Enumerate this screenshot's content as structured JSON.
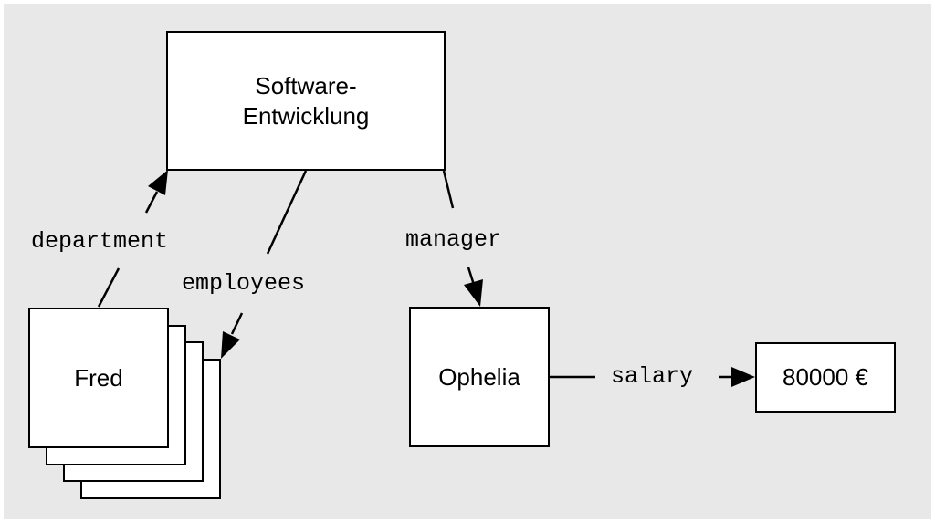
{
  "nodes": {
    "department_box": {
      "line1": "Software-",
      "line2": "Entwicklung"
    },
    "fred": {
      "label": "Fred"
    },
    "ophelia": {
      "label": "Ophelia"
    },
    "salary_value": {
      "label": "80000 €"
    }
  },
  "edges": {
    "department": "department",
    "employees": "employees",
    "manager": "manager",
    "salary": "salary"
  },
  "colors": {
    "background": "#e7e8e7",
    "stroke": "#000000",
    "box_fill": "#ffffff"
  }
}
